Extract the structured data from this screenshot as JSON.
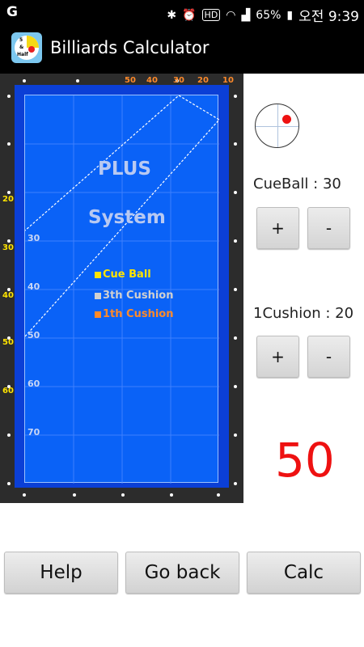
{
  "status_bar": {
    "carrier_icon": "G",
    "battery_percent": "65%",
    "clock": "오전 9:39",
    "hd_badge": "HD",
    "icons": [
      "bluetooth-icon",
      "alarm-icon",
      "hd-icon",
      "wifi-icon",
      "signal-icon",
      "battery-icon"
    ]
  },
  "action_bar": {
    "title": "Billiards Calculator",
    "icon_top": "5",
    "icon_mid": "&",
    "icon_bottom": "Half"
  },
  "table": {
    "top_rail_numbers": [
      "50",
      "40",
      "30",
      "20",
      "10"
    ],
    "left_rail_numbers": [
      "20",
      "30",
      "40",
      "50",
      "60"
    ],
    "inner_axis_numbers": [
      "30",
      "40",
      "50",
      "60",
      "70"
    ],
    "system_title_line1": "PLUS",
    "system_title_line2": "System",
    "legend": [
      {
        "label": "Cue Ball",
        "color": "#ffe400"
      },
      {
        "label": "3th Cushion",
        "color": "#d0d0d0"
      },
      {
        "label": "1th Cushion",
        "color": "#ff8a2a"
      }
    ]
  },
  "controls": {
    "cueball_label": "CueBall : 30",
    "cushion_label": "1Cushion : 20",
    "plus_label": "+",
    "minus_label": "-",
    "result": "50"
  },
  "bottom": {
    "help": "Help",
    "go_back": "Go back",
    "calc": "Calc"
  },
  "colors": {
    "rail": "#2c2c2c",
    "cloth_outer": "#0b3fd6",
    "cloth_inner": "#0a62f7",
    "result": "#ee1111"
  }
}
